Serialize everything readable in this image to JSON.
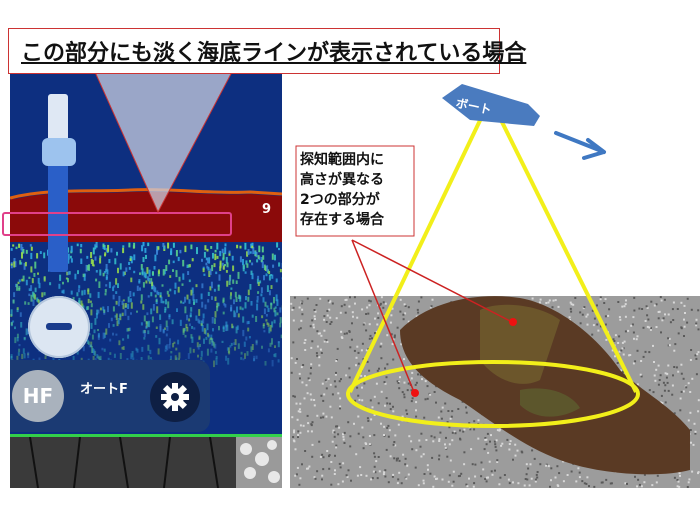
{
  "title": "この部分にも淡く海底ラインが表示されている場合",
  "sonar_panel": {
    "depth_value": "9",
    "hf_label": "HF",
    "mode_label": "オートF",
    "icons": {
      "minus": "minus-icon",
      "settings": "gear-icon"
    }
  },
  "boat_label": "ボート",
  "annotation": "探知範囲内に\n高さが異なる\n2つの部分が\n存在する場合",
  "colors": {
    "sonar_background": "#0d2f80",
    "seabed_echo": "#8b0a0a",
    "highlight_box": "#e0408a",
    "beam_cone": "#f2ef1a",
    "callout_border": "#cc3333",
    "boat": "#4a7bbf",
    "arrow": "#3f78c2",
    "bottom_line": "#33d04a"
  }
}
